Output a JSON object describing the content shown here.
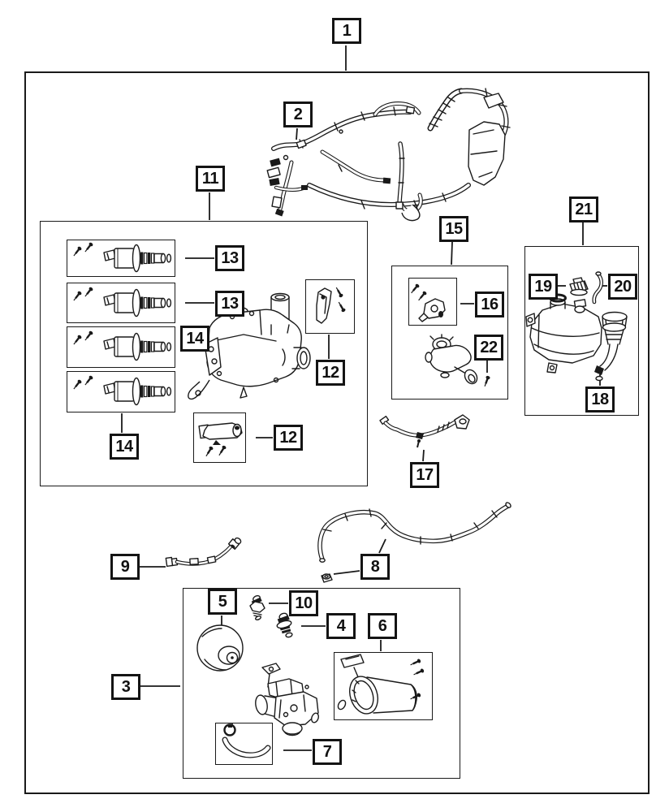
{
  "diagram": {
    "colors": {
      "line": "#1a1a1a",
      "background": "#ffffff"
    },
    "callouts": {
      "c1": "1",
      "c2": "2",
      "c3": "3",
      "c4": "4",
      "c5": "5",
      "c6": "6",
      "c7": "7",
      "c8": "8",
      "c9": "9",
      "c10": "10",
      "c11": "11",
      "c12a": "12",
      "c12b": "12",
      "c13a": "13",
      "c13b": "13",
      "c14a": "14",
      "c14b": "14",
      "c15": "15",
      "c16": "16",
      "c17": "17",
      "c18": "18",
      "c19": "19",
      "c20": "20",
      "c21": "21",
      "c22": "22"
    }
  }
}
